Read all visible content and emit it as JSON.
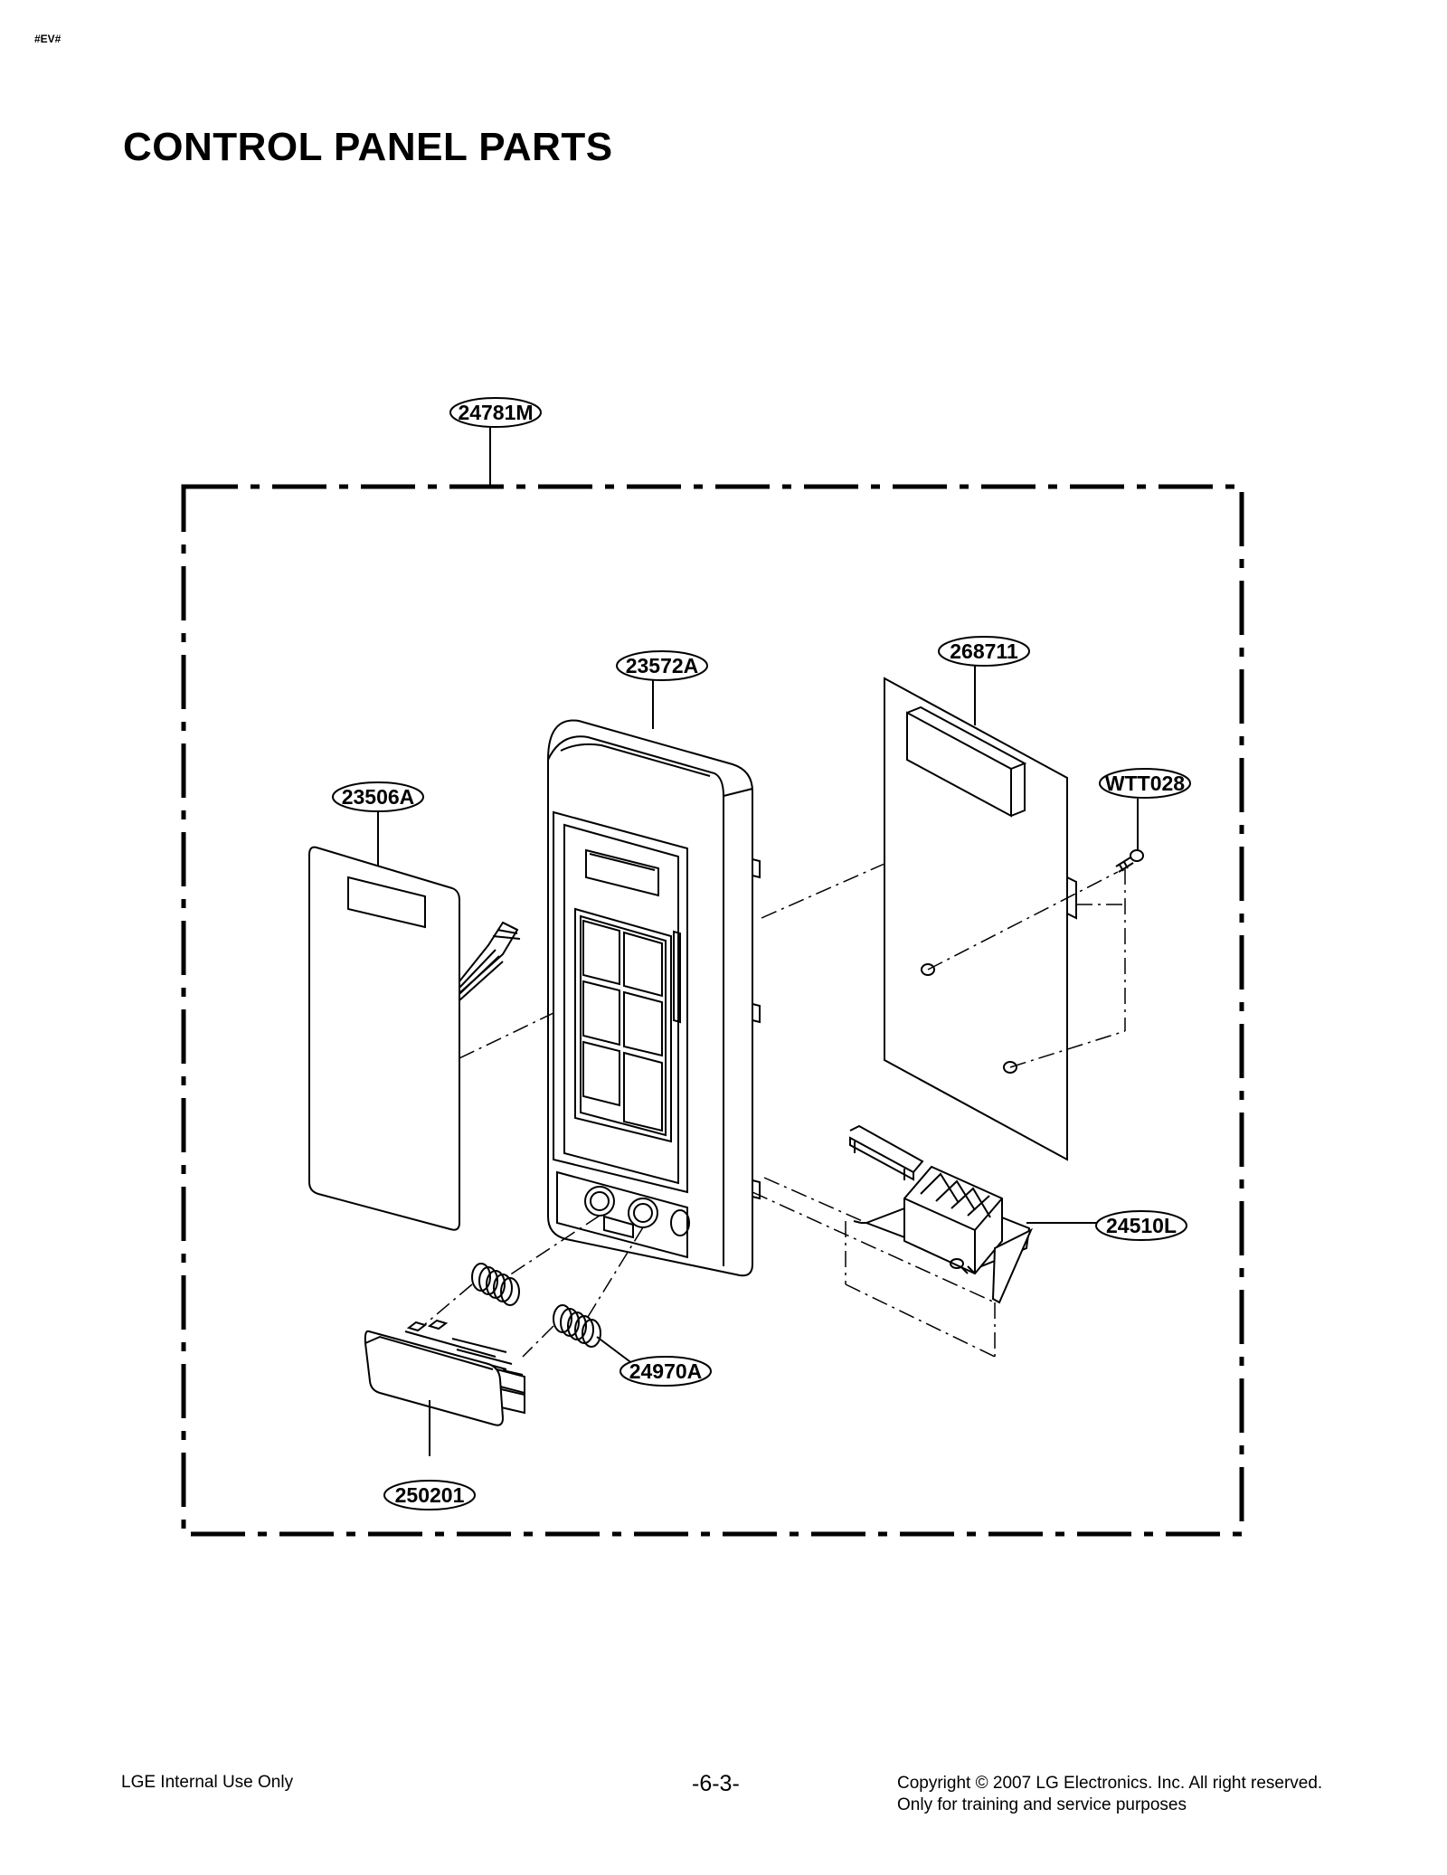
{
  "page": {
    "corner_tag": "#EV#",
    "title": "CONTROL PANEL PARTS"
  },
  "parts": {
    "assembly": "24781M",
    "control_panel_frame": "23572A",
    "pcb_assembly": "268711",
    "screw": "WTT028",
    "membrane_sheet": "23506A",
    "door_lever": "24510L",
    "spring": "24970A",
    "door_button": "250201"
  },
  "footer": {
    "left": "LGE Internal Use Only",
    "page_number": "-6-3-",
    "copyright_line1": "Copyright © 2007 LG Electronics. Inc. All right reserved.",
    "copyright_line2": "Only for training and service purposes"
  }
}
